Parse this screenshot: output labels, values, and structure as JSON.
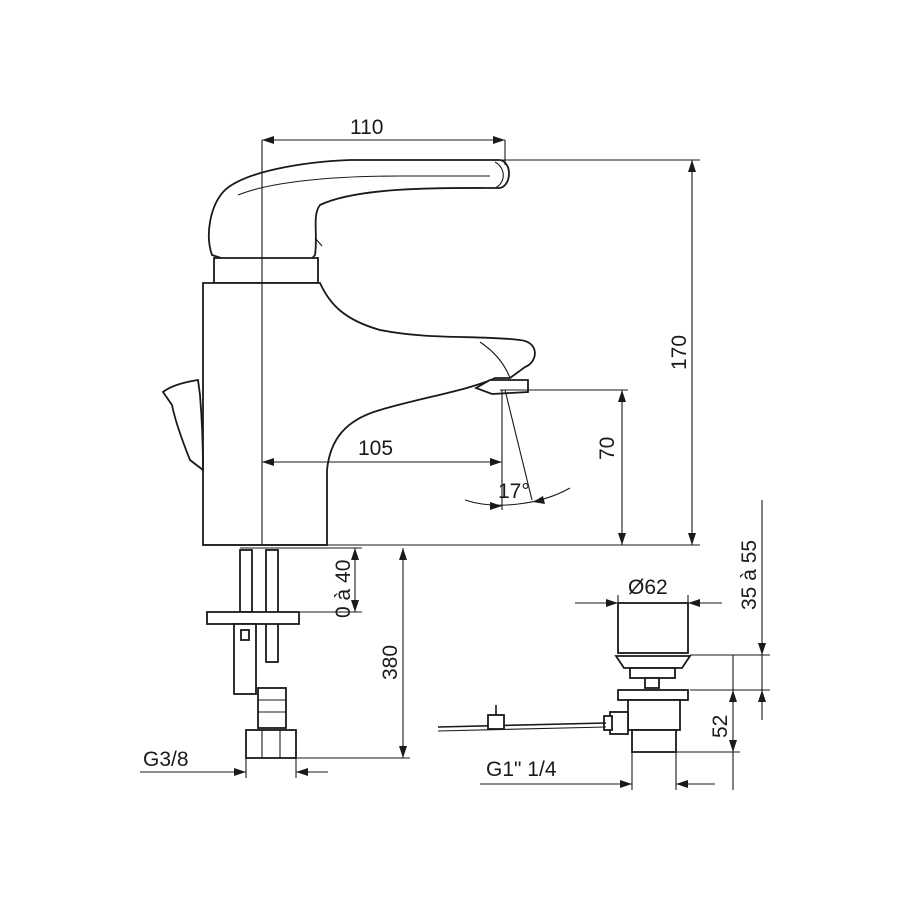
{
  "dimensions": {
    "width_110": "110",
    "height_170": "170",
    "spout_105": "105",
    "height_70": "70",
    "angle_17": "17°",
    "adjust_0_40": "0 à 40",
    "hose_380": "380",
    "thread_g38": "G3/8",
    "diameter_62": "Ø62",
    "range_35_55": "35 à 55",
    "height_52": "52",
    "thread_g1_14": "G1\" 1/4"
  }
}
